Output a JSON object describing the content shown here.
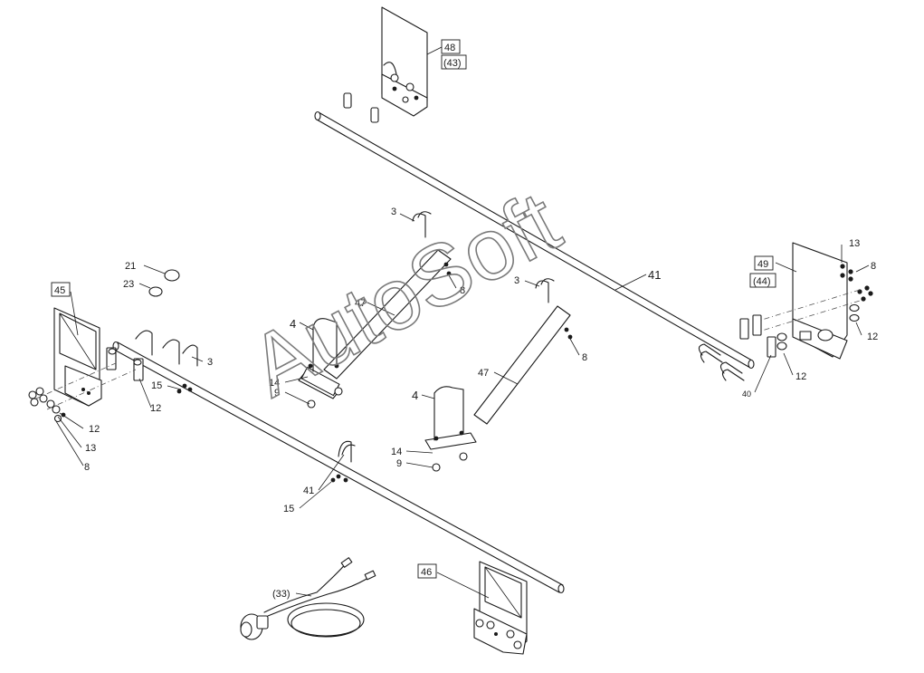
{
  "watermark": "AutoSoft",
  "callouts": {
    "c48": "48",
    "c43": "(43)",
    "c49": "49",
    "c44": "(44)",
    "c45": "45",
    "c46": "46",
    "c41a": "41",
    "c41b": "41",
    "c3a": "3",
    "c3b": "3",
    "c3c": "3",
    "c4a": "4",
    "c4b": "4",
    "c8a": "8",
    "c8b": "8",
    "c8c": "8",
    "c8d": "8",
    "c9a": "9",
    "c9b": "9",
    "c12a": "12",
    "c12b": "12",
    "c12c": "12",
    "c12d": "12",
    "c13a": "13",
    "c13b": "13",
    "c14a": "14",
    "c14b": "14",
    "c15a": "15",
    "c15b": "15",
    "c21": "21",
    "c23": "23",
    "c33": "(33)",
    "c40": "40",
    "c47a": "47",
    "c47b": "47"
  }
}
